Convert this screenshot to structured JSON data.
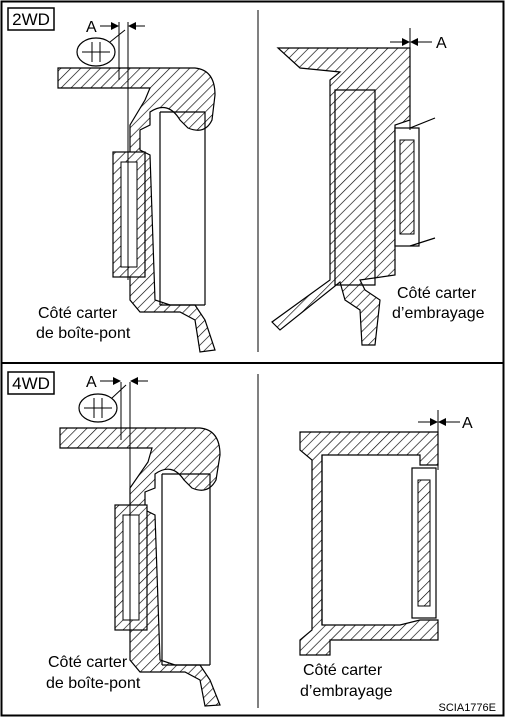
{
  "panels": {
    "top": {
      "badge": "2WD",
      "left_label_line1": "Côté carter",
      "left_label_line2": "de boîte-pont",
      "right_label_line1": "Côté carter",
      "right_label_line2": "d’embrayage",
      "dim_left": "A",
      "dim_right": "A"
    },
    "bottom": {
      "badge": "4WD",
      "left_label_line1": "Côté carter",
      "left_label_line2": "de boîte-pont",
      "right_label_line1": "Côté carter",
      "right_label_line2": "d’embrayage",
      "dim_left": "A",
      "dim_right": "A"
    }
  },
  "figure_code": "SCIA1776E"
}
